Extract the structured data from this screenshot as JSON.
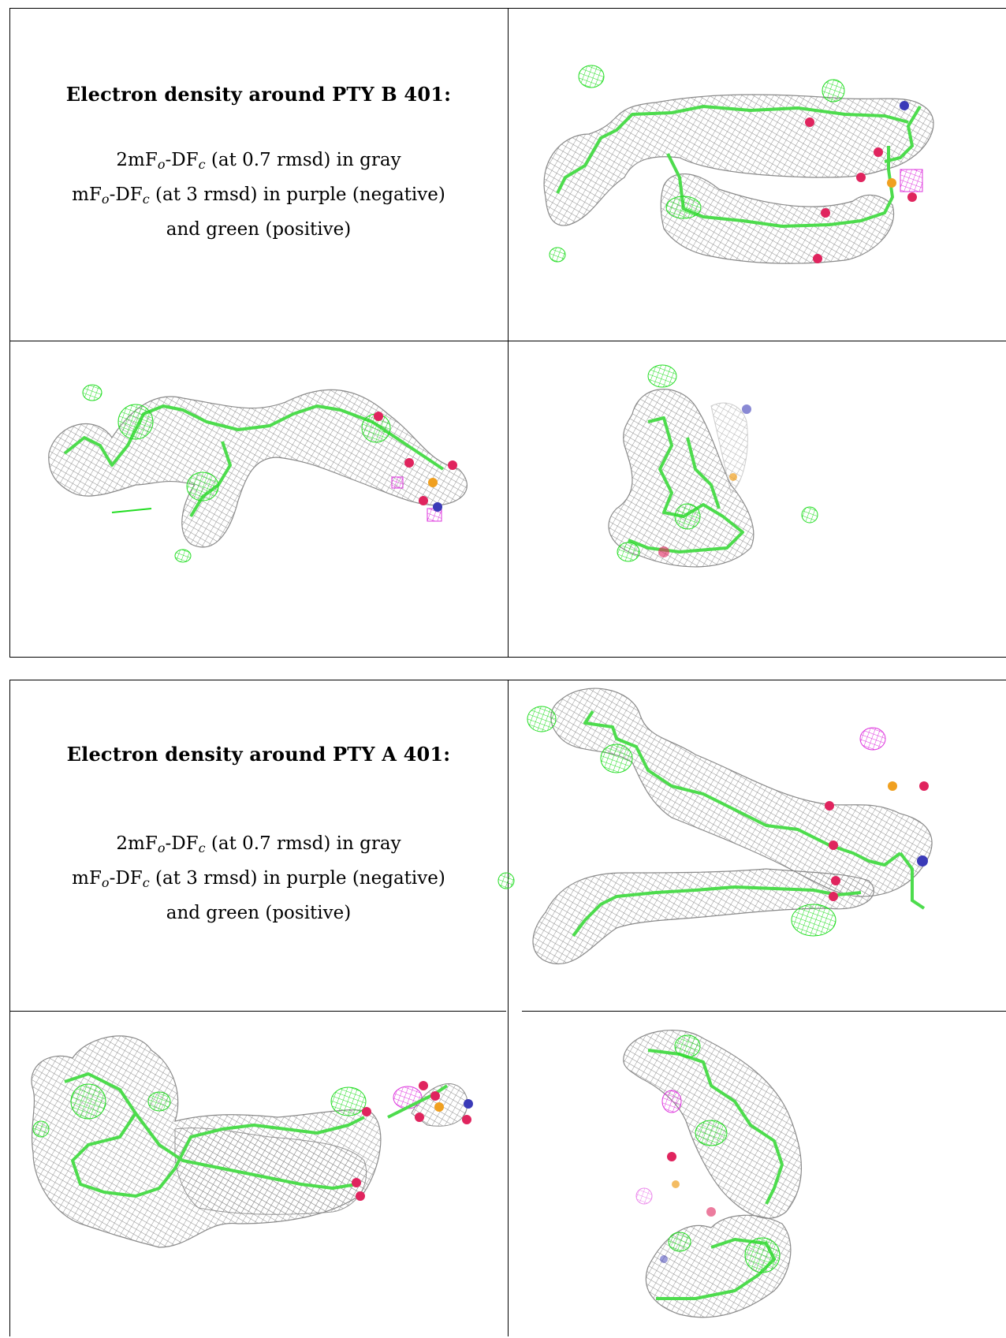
{
  "panels": [
    {
      "title": "Electron density around PTY B 401:",
      "legend": {
        "line1": {
          "pre": "2mF",
          "sub1": "o",
          "mid": "-DF",
          "sub2": "c",
          "post": " (at 0.7 rmsd) in gray"
        },
        "line2": {
          "pre": "mF",
          "sub1": "o",
          "mid": "-DF",
          "sub2": "c",
          "post": " (at 3 rmsd) in purple (negative)"
        },
        "line3": "and green (positive)"
      }
    },
    {
      "title": "Electron density around PTY A 401:",
      "legend": {
        "line1": {
          "pre": "2mF",
          "sub1": "o",
          "mid": "-DF",
          "sub2": "c",
          "post": " (at 0.7 rmsd) in gray"
        },
        "line2": {
          "pre": "mF",
          "sub1": "o",
          "mid": "-DF",
          "sub2": "c",
          "post": " (at 3 rmsd) in purple (negative)"
        },
        "line3": "and green (positive)"
      }
    }
  ],
  "colors": {
    "mesh_gray": "#8a8a8a",
    "stick_green": "#4ddc4d",
    "positive_green": "#22dd22",
    "negative_purple": "#dd33dd",
    "oxygen_red": "#e0245e",
    "nitrogen_blue": "#3a3ab8",
    "phosphorus_orange": "#f0a020"
  }
}
